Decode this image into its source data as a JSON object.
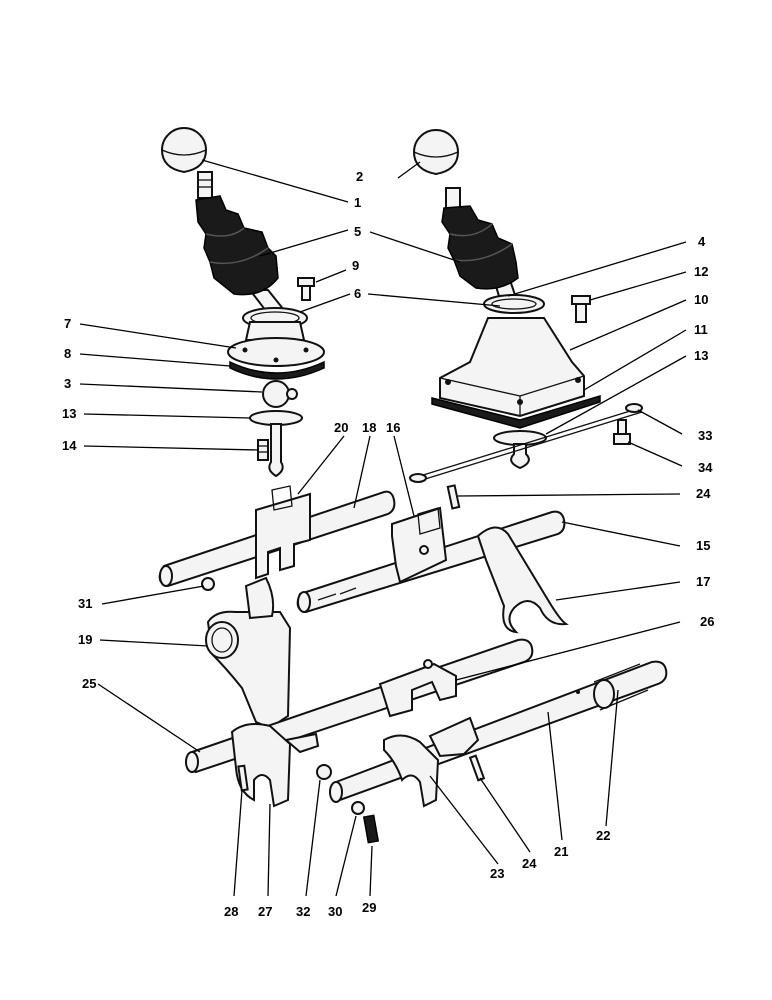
{
  "diagram": {
    "callouts": [
      {
        "id": "c1",
        "text": "1"
      },
      {
        "id": "c2",
        "text": "2"
      },
      {
        "id": "c3",
        "text": "3"
      },
      {
        "id": "c4",
        "text": "4"
      },
      {
        "id": "c5",
        "text": "5"
      },
      {
        "id": "c6",
        "text": "6"
      },
      {
        "id": "c7",
        "text": "7"
      },
      {
        "id": "c8",
        "text": "8"
      },
      {
        "id": "c9",
        "text": "9"
      },
      {
        "id": "c10",
        "text": "10"
      },
      {
        "id": "c11",
        "text": "11"
      },
      {
        "id": "c12",
        "text": "12"
      },
      {
        "id": "c13a",
        "text": "13"
      },
      {
        "id": "c13b",
        "text": "13"
      },
      {
        "id": "c14",
        "text": "14"
      },
      {
        "id": "c15",
        "text": "15"
      },
      {
        "id": "c16",
        "text": "16"
      },
      {
        "id": "c17",
        "text": "17"
      },
      {
        "id": "c18",
        "text": "18"
      },
      {
        "id": "c19",
        "text": "19"
      },
      {
        "id": "c20",
        "text": "20"
      },
      {
        "id": "c21",
        "text": "21"
      },
      {
        "id": "c22",
        "text": "22"
      },
      {
        "id": "c23",
        "text": "23"
      },
      {
        "id": "c24a",
        "text": "24"
      },
      {
        "id": "c24b",
        "text": "24"
      },
      {
        "id": "c25",
        "text": "25"
      },
      {
        "id": "c26",
        "text": "26"
      },
      {
        "id": "c27",
        "text": "27"
      },
      {
        "id": "c28",
        "text": "28"
      },
      {
        "id": "c29",
        "text": "29"
      },
      {
        "id": "c30",
        "text": "30"
      },
      {
        "id": "c31",
        "text": "31"
      },
      {
        "id": "c32",
        "text": "32"
      },
      {
        "id": "c33",
        "text": "33"
      },
      {
        "id": "c34",
        "text": "34"
      }
    ]
  }
}
